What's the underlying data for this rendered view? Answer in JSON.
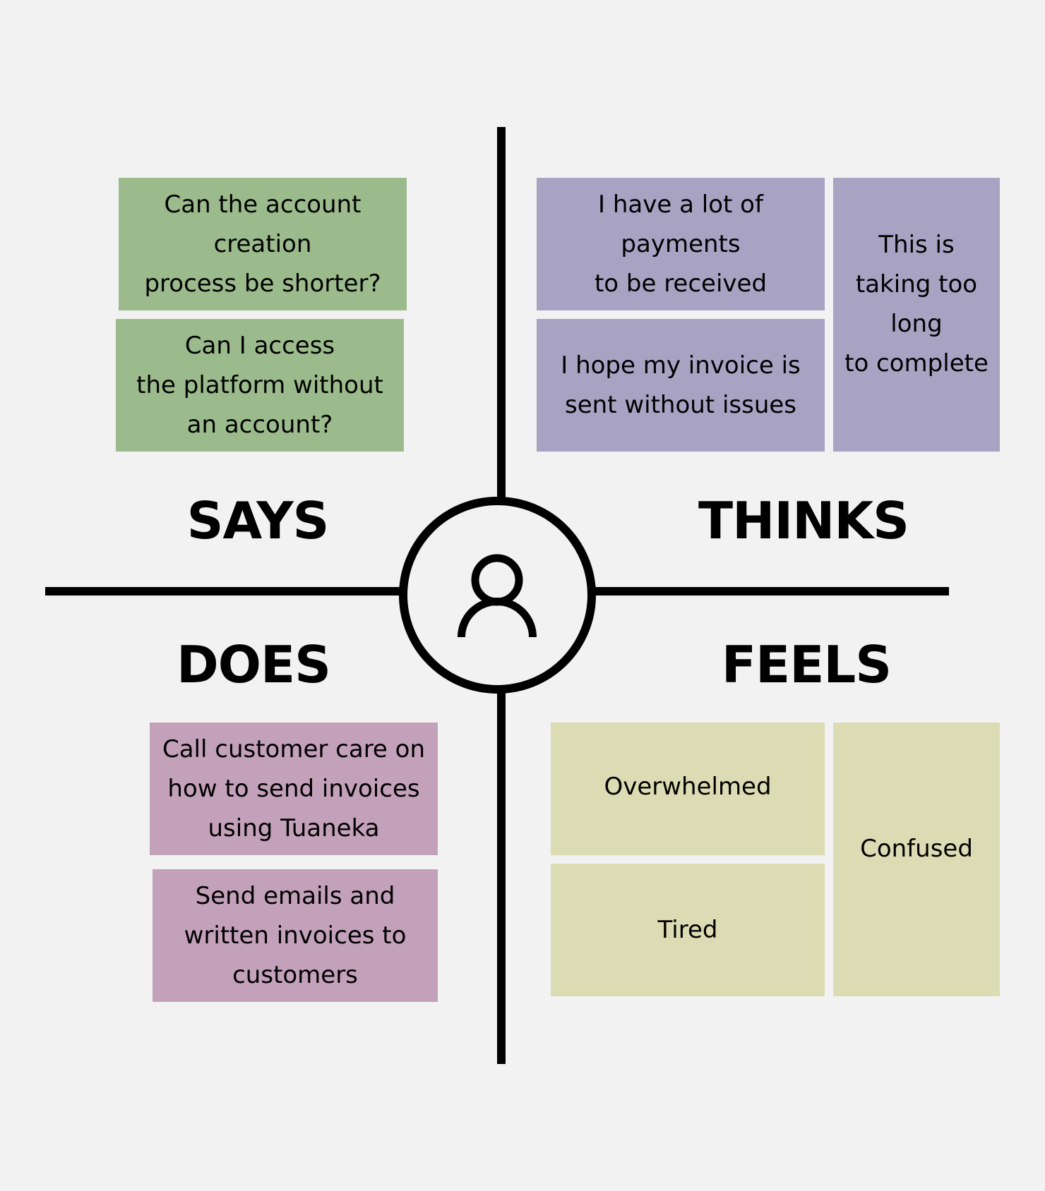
{
  "diagram": {
    "type": "empathy-map",
    "center": {
      "icon": "user-icon"
    },
    "colors": {
      "background": "#f2f2f2",
      "says": "#9bbb8c",
      "thinks": "#a8a3c3",
      "does": "#c3a1ba",
      "feels": "#dcdcb4",
      "axis": "#000000"
    },
    "quadrants": {
      "says": {
        "label": "SAYS",
        "notes": [
          "Can the account\ncreation\nprocess be shorter?",
          "Can I access\nthe platform without\nan account?"
        ]
      },
      "thinks": {
        "label": "THINKS",
        "notes": [
          "I have a lot of\npayments\nto be received",
          "I hope my invoice is\nsent without issues",
          "This is\ntaking too\nlong\nto complete"
        ]
      },
      "does": {
        "label": "DOES",
        "notes": [
          "Call customer care on\nhow to send invoices\nusing Tuaneka",
          "Send emails and\nwritten invoices to\ncustomers"
        ]
      },
      "feels": {
        "label": "FEELS",
        "notes": [
          "Overwhelmed",
          "Tired",
          "Confused"
        ]
      }
    }
  }
}
